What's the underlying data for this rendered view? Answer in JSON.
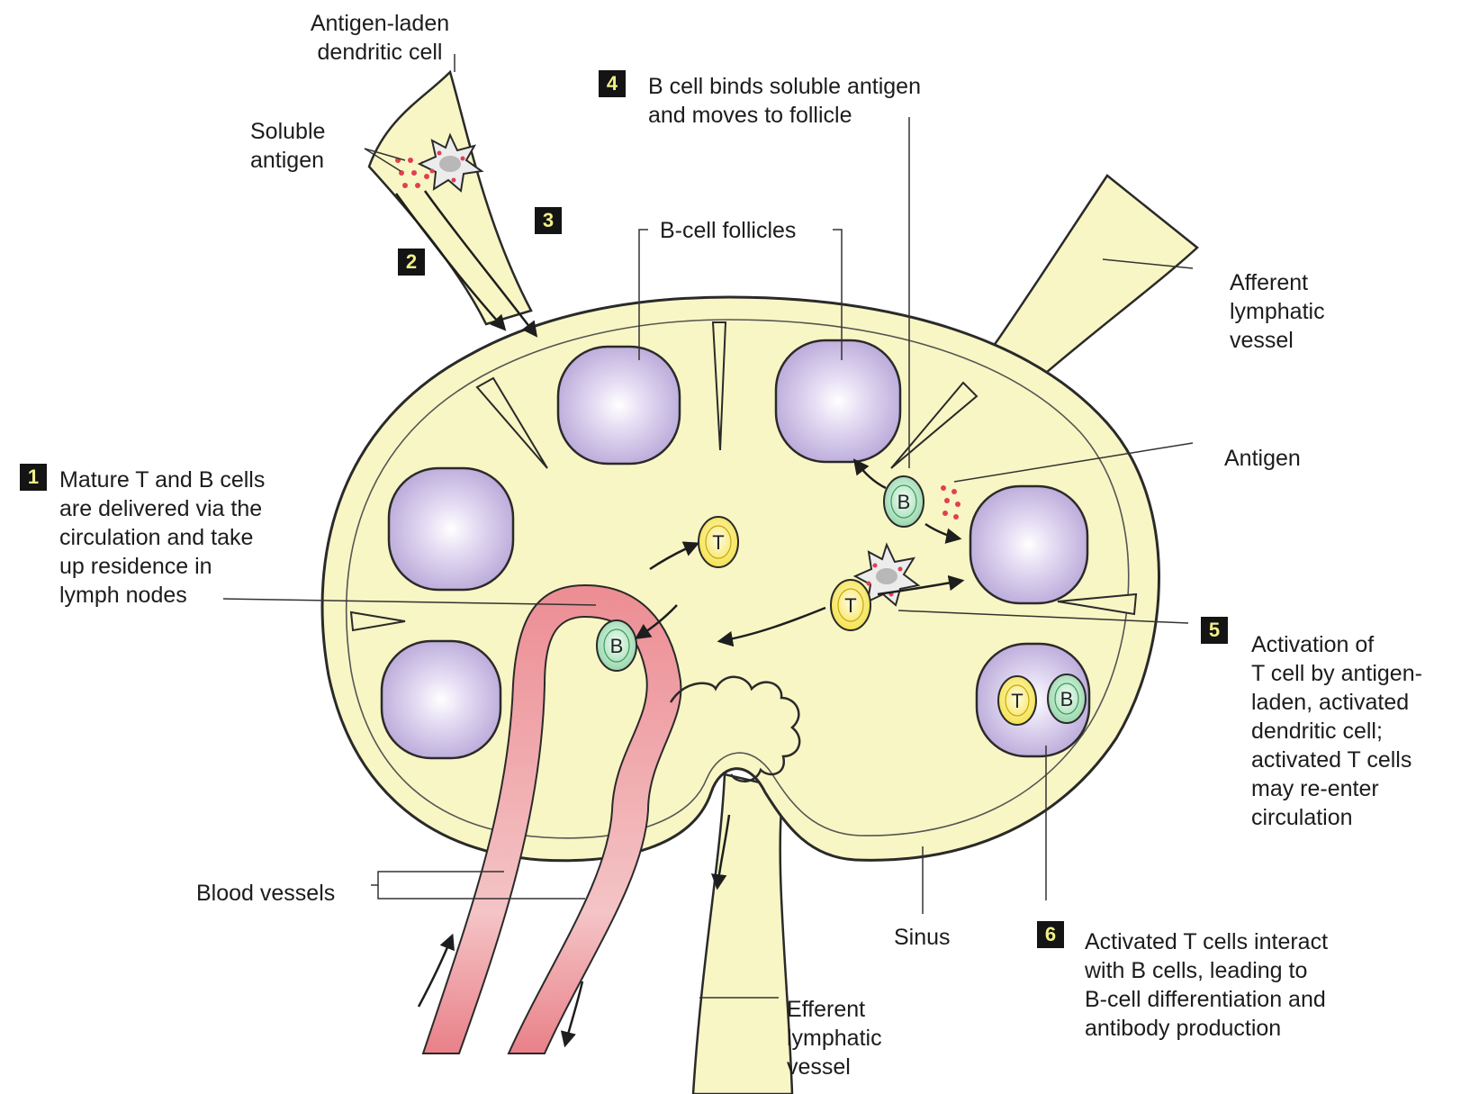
{
  "labels": {
    "dendritic_cell": "Antigen-laden\ndendritic cell",
    "soluble_antigen": "Soluble\nantigen",
    "step4": "B cell binds soluble antigen\nand moves to follicle",
    "b_cell_follicles": "B-cell follicles",
    "afferent": "Afferent\nlymphatic\nvessel",
    "antigen": "Antigen",
    "step1": "Mature T and B cells\nare delivered via the\ncirculation and take\nup residence in\nlymph nodes",
    "step5": "Activation of\nT cell by antigen-\nladen, activated\ndendritic cell;\nactivated T cells\nmay re-enter\ncirculation",
    "blood_vessels": "Blood vessels",
    "sinus": "Sinus",
    "efferent": "Efferent\nlymphatic\nvessel",
    "step6": "Activated T cells interact\nwith B cells, leading to\nB-cell differentiation and\nantibody production"
  },
  "step_numbers": {
    "n1": "1",
    "n2": "2",
    "n3": "3",
    "n4": "4",
    "n5": "5",
    "n6": "6"
  },
  "cell_letters": {
    "t": "T",
    "b": "B"
  },
  "colors": {
    "node_fill": "#f8f6c4",
    "outline": "#2a2a2a",
    "follicle": "#c4b6e0",
    "t_cell": "#f4e24c",
    "b_cell": "#a8dcb8",
    "vessel": "#ee9a9e",
    "antigen_dots": "#e04050",
    "step_box": "#141414",
    "step_text": "#f0f08a"
  }
}
